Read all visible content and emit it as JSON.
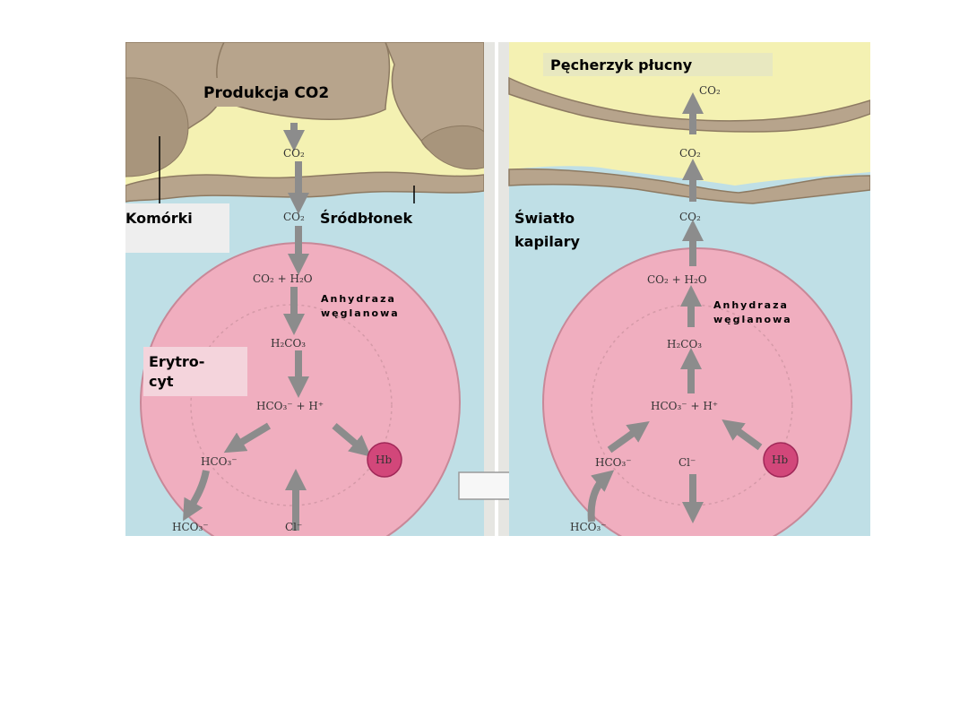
{
  "left_panel": {
    "title": "Produkcja CO2",
    "label_cells": "Komórki",
    "label_endothelium": "Śródbłonek",
    "label_erythrocyte_line1": "Erytro-",
    "label_erythrocyte_line2": "cyt",
    "enzyme_line1": "Anhydraza",
    "enzyme_line2": "węglanowa",
    "co2_top": "CO₂",
    "co2_membrane": "CO₂",
    "reaction_1": "CO₂ + H₂O",
    "reaction_2": "H₂CO₃",
    "reaction_3": "HCO₃⁻ + H⁺",
    "hco3_inside": "HCO₃⁻",
    "hb": "Hb",
    "hco3_outside": "HCO₃⁻",
    "cl_outside": "Cl⁻"
  },
  "right_panel": {
    "title": "Pęcherzyk płucny",
    "label_lumen_line1": "Światło",
    "label_lumen_line2": "kapilary",
    "enzyme_line1": "Anhydraza",
    "enzyme_line2": "węglanowa",
    "co2_alveolus": "CO₂",
    "co2_wall": "CO₂",
    "co2_lumen": "CO₂",
    "reaction_1": "CO₂ + H₂O",
    "reaction_2": "H₂CO₃",
    "reaction_3": "HCO₃⁻ + H⁺",
    "hco3_inside": "HCO₃⁻",
    "cl_inside": "Cl⁻",
    "hb": "Hb",
    "hco3_outside": "HCO₃⁻"
  },
  "colors": {
    "tissue": "#b7a48c",
    "tissue_dark": "#8d7a62",
    "interstitium": "#f4f1b2",
    "plasma": "#bfdfe6",
    "erythrocyte": "#f0aebf",
    "hb": "#d2477a",
    "arrow": "#8c8c8c",
    "label_box": "#eeeeee"
  }
}
